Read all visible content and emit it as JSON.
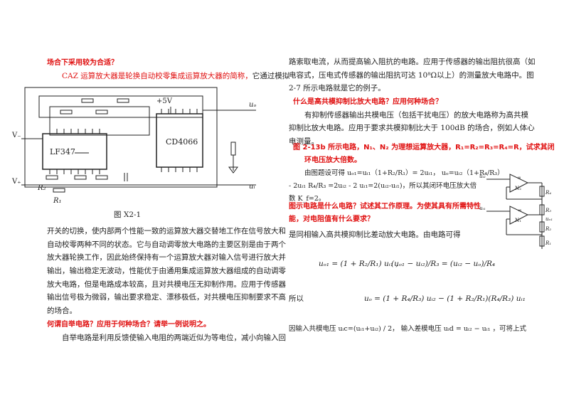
{
  "left": {
    "q1_tail": "场合下采用较为合适？",
    "p1_red": "CAZ 运算放大器是轮换自动校零集成运算放大器的简称，",
    "p1_black": "它通过模拟",
    "circuit": {
      "vminus": "V₋",
      "vplus": "V₊",
      "chip1": "LF347",
      "chip2": "CD4066",
      "supply": "+5V",
      "out": "uₒ",
      "in": "uᵢ",
      "r2": "R₂",
      "r1": "R₁"
    },
    "caption": "图 X2-1",
    "p2": [
      "开关的切换，使内部两个性能一致的运算放大器交替地工作在信号放大和",
      "自动校零两种不同的状态。它与自动调零放大电路的主要区别是由于两个",
      "放大器轮换工作，因此始终保持有一个运算放大器对输入信号进行放大并",
      "输出，输出稳定无波动，性能优于由通用集成运算放大器组成的自动调零",
      "放大电路，但是电路成本较高，且对共模电压无抑制作用。应用于传感器",
      "输出信号极为微弱，输出要求稳定、漂移极低，对共模电压抑制要求不高",
      "的场合。"
    ],
    "q2": "何谓自举电路？应用于何种场合？请举一例说明之。",
    "p3": "自举电路是利用反馈使输入电阻的两端近似为等电位，减小向输入回"
  },
  "right": {
    "p1": [
      "路索取电流，从而提高输入阻抗的电路。应用于传感器的输出阻抗很高（如",
      "电容式，压电式传感器的输出阻抗可达 10⁸Ω以上）的测量放大电路中。图",
      "2-7 所示电路就是它的例子。"
    ],
    "q3": "什么是高共模抑制比放大电路？应用何种场合？",
    "p2": [
      "有抑制传感器输出共模电压（包括干扰电压）的放大电路称为高共模",
      "抑制比放大电路。应用于要求共模抑制比大于 100dB 的场合，例如人体心",
      "电测量。"
    ],
    "q4": [
      "图 2-13b 所示电路，N₁、N₂ 为理想运算放大器，R₁=R₂=R₃=R₄=R，试求其闭",
      "环电压放大倍数。"
    ],
    "p3": [
      "由图题设可得 uₒ₁=uᵢ₁（1+R₂/R₁）= 2uᵢ₁， uₒ=uᵢ₂（1+R₄/R₃）",
      "- 2uᵢ₁ R₄/R₃ =2uᵢ₂ - 2 uᵢ₁=2(uᵢ₂-uᵢ₁)，所以其闭环电压放大倍",
      "数 K_f=2。"
    ],
    "q5": [
      "图示电路是什么电路？试述其工作原理。为使其具有所需特性",
      "能，对电阻值有什么要求？"
    ],
    "p4": "是同相输入高共模抑制比差动放大电路。由电路可得",
    "eq1": "uₒ₁ = (1 + R₂/R₁) uᵢ₁ ,",
    "eq2": "(uₒ₁ − uᵢ₂)/R₃ = (uᵢ₂ − uₒ)/R₄",
    "so": "所以",
    "eq3": "uₒ = (1 + R₄/R₃) uᵢ₂ − (1 + R₂/R₁)(R₄/R₃) uᵢ₁",
    "p5": "因输入共模电压 uᵢc=(uᵢ₁+uᵢ₂) / 2，  输入差模电压 uᵢd = uᵢ₂ − uᵢ₁ ，可将上式",
    "circuit": {
      "ui1": "uᵢ₁",
      "ui2": "uᵢ₂",
      "n1": "N₁",
      "n2": "N₂",
      "inf": "∞",
      "r4": "R₄",
      "r3": "R₃",
      "uo1": "uₒ₁",
      "r2": "R₂",
      "r1": "R₁"
    }
  }
}
